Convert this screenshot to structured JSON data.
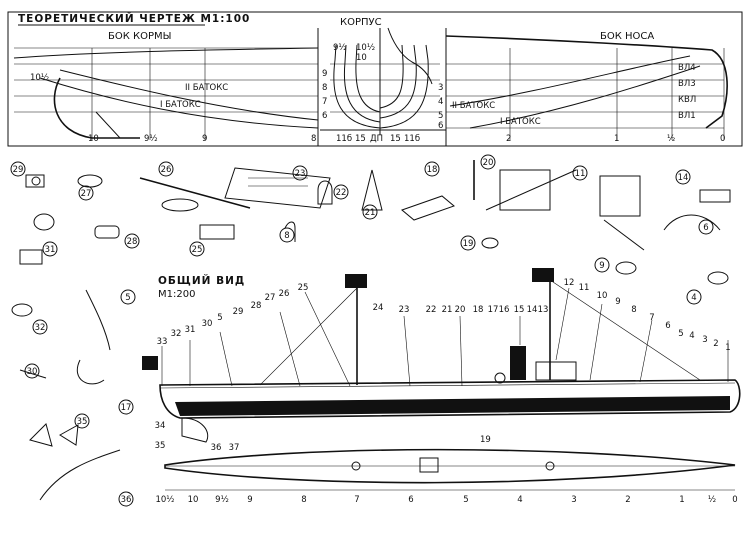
{
  "lines_drawing": {
    "title": "ТЕОРЕТИЧЕСКИЙ ЧЕРТЕЖ М1:100",
    "stern_label": "БОК КОРМЫ",
    "body_label": "КОРПУС",
    "bow_label": "БОК НОСА",
    "buttock_1": "I БАТОКС",
    "buttock_2": "II БАТОКС",
    "waterlines": [
      "ВЛ4",
      "ВЛ3",
      "КВЛ",
      "ВЛ1"
    ],
    "stern_stations": [
      "10",
      "9½",
      "9",
      "8"
    ],
    "stern_top_station": "10½",
    "body_stations": [
      "11б",
      "15",
      "ДП",
      "15",
      "11б"
    ],
    "body_left_numbers": [
      "9",
      "8",
      "7",
      "6"
    ],
    "body_right_numbers": [
      "3",
      "4",
      "5",
      "6"
    ],
    "body_top_numbers": [
      "9½",
      "10½",
      "10"
    ],
    "bow_stations": [
      "2",
      "1",
      "½",
      "0"
    ]
  },
  "general_view": {
    "title": "ОБЩИЙ ВИД",
    "scale": "М1:200",
    "top_numbers": [
      "33",
      "32",
      "31",
      "30",
      "5",
      "29",
      "28",
      "27",
      "26",
      "25",
      "24",
      "23",
      "22",
      "21",
      "20",
      "18",
      "17",
      "16",
      "15",
      "14",
      "13",
      "12",
      "11",
      "10",
      "9",
      "8",
      "7",
      "6",
      "5",
      "4",
      "3",
      "2",
      "1"
    ],
    "bottom_numbers": [
      "34",
      "35",
      "36",
      "37"
    ],
    "plan_stations": [
      "10½",
      "10",
      "9½",
      "9",
      "8",
      "7",
      "6",
      "5",
      "4",
      "3",
      "2",
      "1",
      "½",
      "0"
    ],
    "plan_callout": "19"
  },
  "details": {
    "callouts": [
      "29",
      "27",
      "26",
      "23",
      "22",
      "21",
      "18",
      "20",
      "11",
      "14",
      "6",
      "31",
      "28",
      "25",
      "8",
      "19",
      "9",
      "4",
      "5",
      "32",
      "30",
      "17",
      "35",
      "36"
    ]
  }
}
